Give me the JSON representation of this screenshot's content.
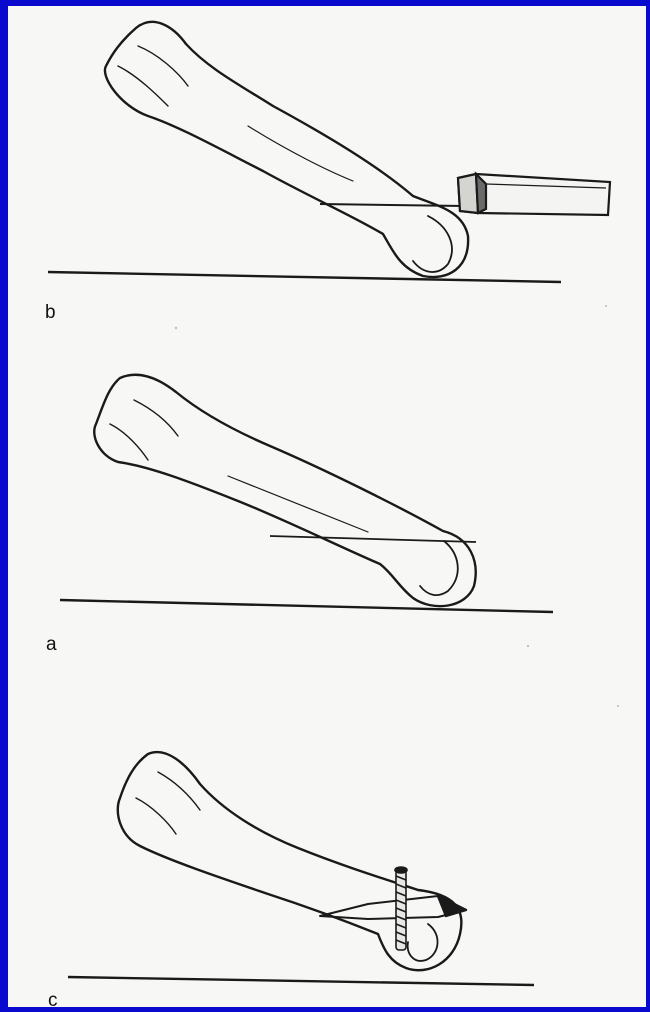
{
  "panels": [
    {
      "id": "b",
      "label": "b",
      "annotation": "bone-with-wedge-block"
    },
    {
      "id": "a",
      "label": "a",
      "annotation": "bone-with-osteotomy-line"
    },
    {
      "id": "c",
      "label": "c",
      "annotation": "bone-with-screw-fixation"
    }
  ],
  "colors": {
    "border": "#0a0acf",
    "background": "#f7f7f5",
    "ink": "#1a1a1a"
  }
}
